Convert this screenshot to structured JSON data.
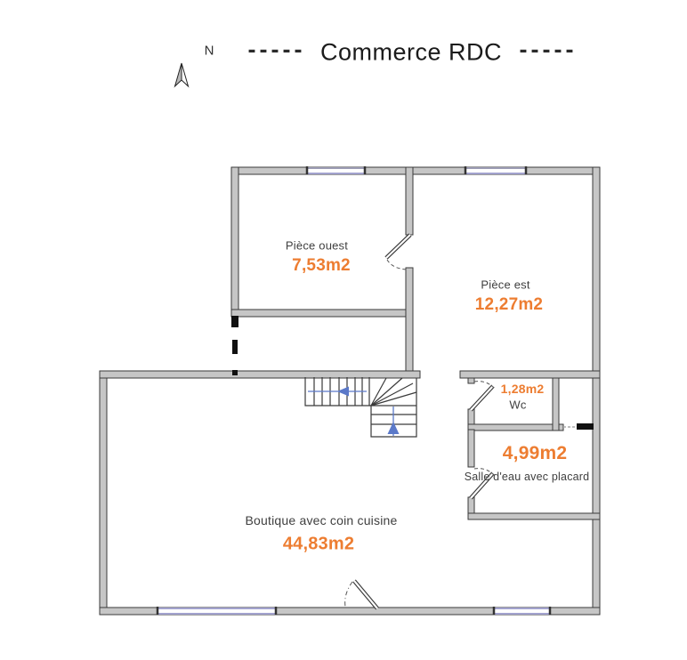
{
  "header": {
    "north_label": "N",
    "title": "Commerce RDC",
    "dash_left": "-----",
    "dash_right": "-----"
  },
  "rooms": [
    {
      "name": "Pièce ouest",
      "area": "7,53m2"
    },
    {
      "name": "Pièce est",
      "area": "12,27m2"
    },
    {
      "name": "Wc",
      "area": "1,28m2"
    },
    {
      "name": "Salle d'eau avec placard",
      "area": "4,99m2"
    },
    {
      "name": "Boutique avec coin cuisine",
      "area": "44,83m2"
    }
  ],
  "colors": {
    "area_accent": "#ed7d31",
    "wall_fill": "#c6c6c6",
    "wall_outline": "#3a3a3a",
    "window_line": "#6a6ab0",
    "stair_arrow": "#5b79c9",
    "label_text": "#3f3f3f"
  }
}
